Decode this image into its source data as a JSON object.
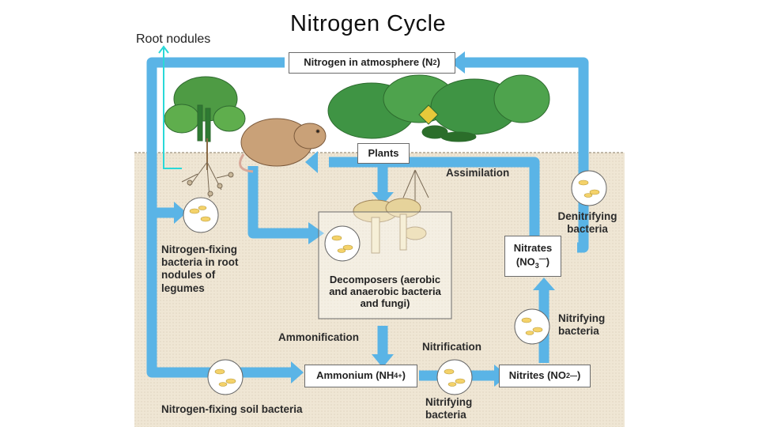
{
  "title": "Nitrogen Cycle",
  "callout": "Root nodules",
  "boxes": {
    "atmosphere": "Nitrogen in atmosphere (N",
    "atmosphere_sub": "2",
    "atmosphere_end": ")",
    "plants": "Plants",
    "decomposers": "Decomposers (aerobic and anaerobic bacteria and fungi)",
    "ammonium": "Ammonium (NH",
    "ammonium_sub": "4",
    "ammonium_sup": "+",
    "ammonium_end": ")",
    "nitrites": "Nitrites (NO",
    "nitrites_sub": "2",
    "nitrites_sup": "—",
    "nitrites_end": ")",
    "nitrates_line1": "Nitrates",
    "nitrates_line2": "(NO",
    "nitrates_sub": "3",
    "nitrates_sup": "—",
    "nitrates_end": ")"
  },
  "labels": {
    "assimilation": "Assimilation",
    "denitrifying": "Denitrifying bacteria",
    "nodule_bacteria": "Nitrogen-fixing bacteria in root nodules of legumes",
    "ammonification": "Ammonification",
    "nitrification": "Nitrification",
    "nitrifying_right": "Nitrifying bacteria",
    "nitrifying_bottom": "Nitrifying bacteria",
    "soil_bacteria": "Nitrogen-fixing soil bacteria"
  },
  "colors": {
    "arrow": "#5ab4e6",
    "soil": "#efe6d4",
    "leaf": "#3f9444",
    "callout_line": "#2ad8d8"
  }
}
